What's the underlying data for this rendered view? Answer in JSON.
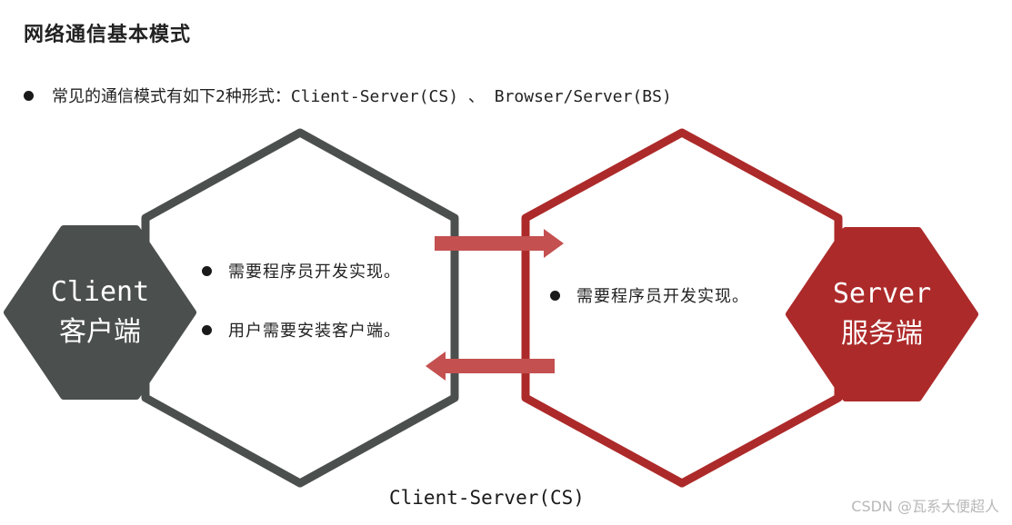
{
  "title": "网络通信基本模式",
  "intro": "常见的通信模式有如下2种形式：Client-Server(CS) 、 Browser/Server(BS)",
  "client": {
    "name": "Client",
    "label": "客户端",
    "bullets": [
      "需要程序员开发实现。",
      "用户需要安装客户端。"
    ]
  },
  "server": {
    "name": "Server",
    "label": "服务端",
    "bullets": [
      "需要程序员开发实现。"
    ]
  },
  "caption": "Client-Server(CS)",
  "watermark": "CSDN @瓦系大便超人",
  "colors": {
    "client": "#4b4f4e",
    "server": "#ad2a2a",
    "arrow": "#c45050",
    "text": "#222222"
  }
}
